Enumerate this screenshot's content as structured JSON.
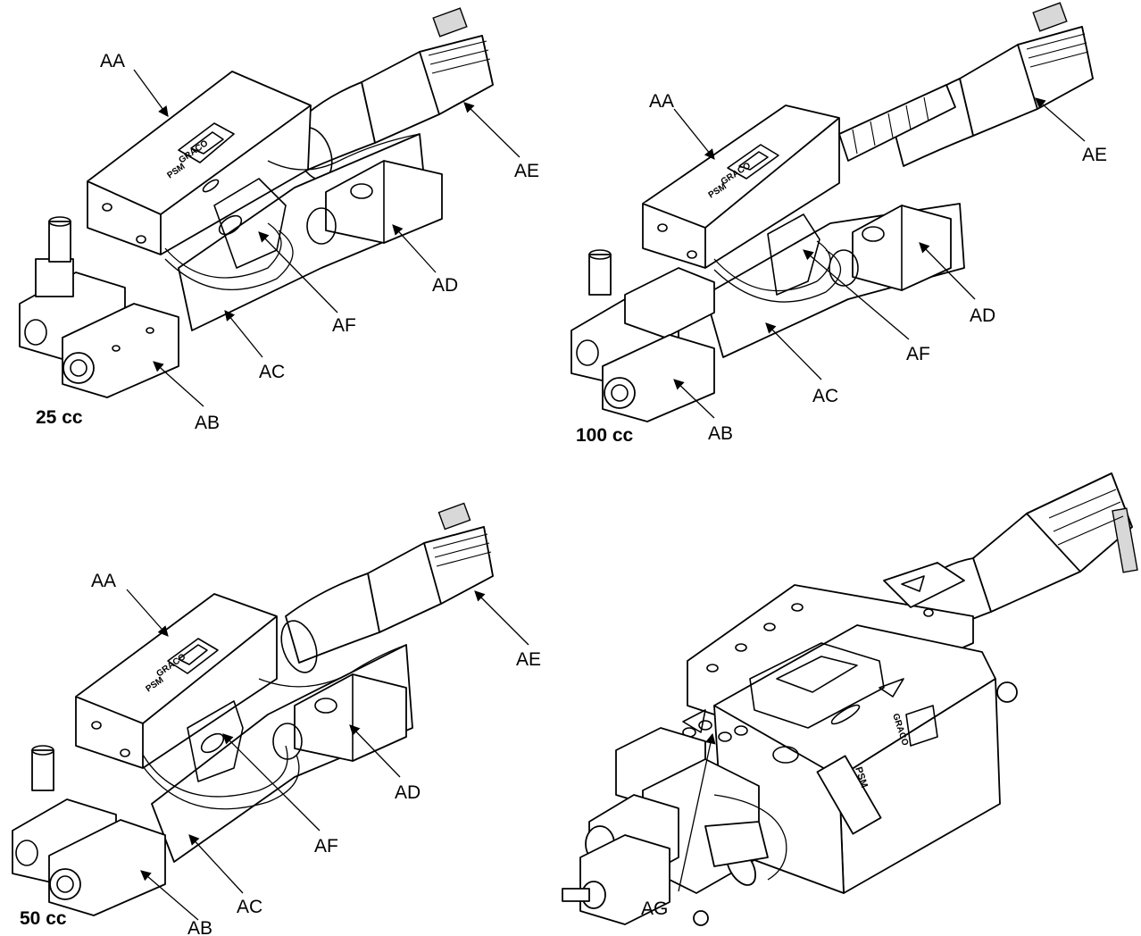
{
  "figures": [
    {
      "size_label": "25 cc",
      "callouts": {
        "aa": "AA",
        "ab": "AB",
        "ac": "AC",
        "ad": "AD",
        "ae": "AE",
        "af": "AF"
      },
      "housing_text": {
        "brand": "GRACO",
        "model": "PSM"
      }
    },
    {
      "size_label": "100 cc",
      "callouts": {
        "aa": "AA",
        "ab": "AB",
        "ac": "AC",
        "ad": "AD",
        "ae": "AE",
        "af": "AF"
      },
      "housing_text": {
        "brand": "GRACO",
        "model": "PSM"
      }
    },
    {
      "size_label": "50 cc",
      "callouts": {
        "aa": "AA",
        "ab": "AB",
        "ac": "AC",
        "ad": "AD",
        "ae": "AE",
        "af": "AF"
      },
      "housing_text": {
        "brand": "GRACO",
        "model": "PSM"
      }
    },
    {
      "size_label": "",
      "callouts": {
        "ag": "AG"
      },
      "housing_text": {
        "brand": "GRACO",
        "model": "PSM"
      }
    }
  ]
}
